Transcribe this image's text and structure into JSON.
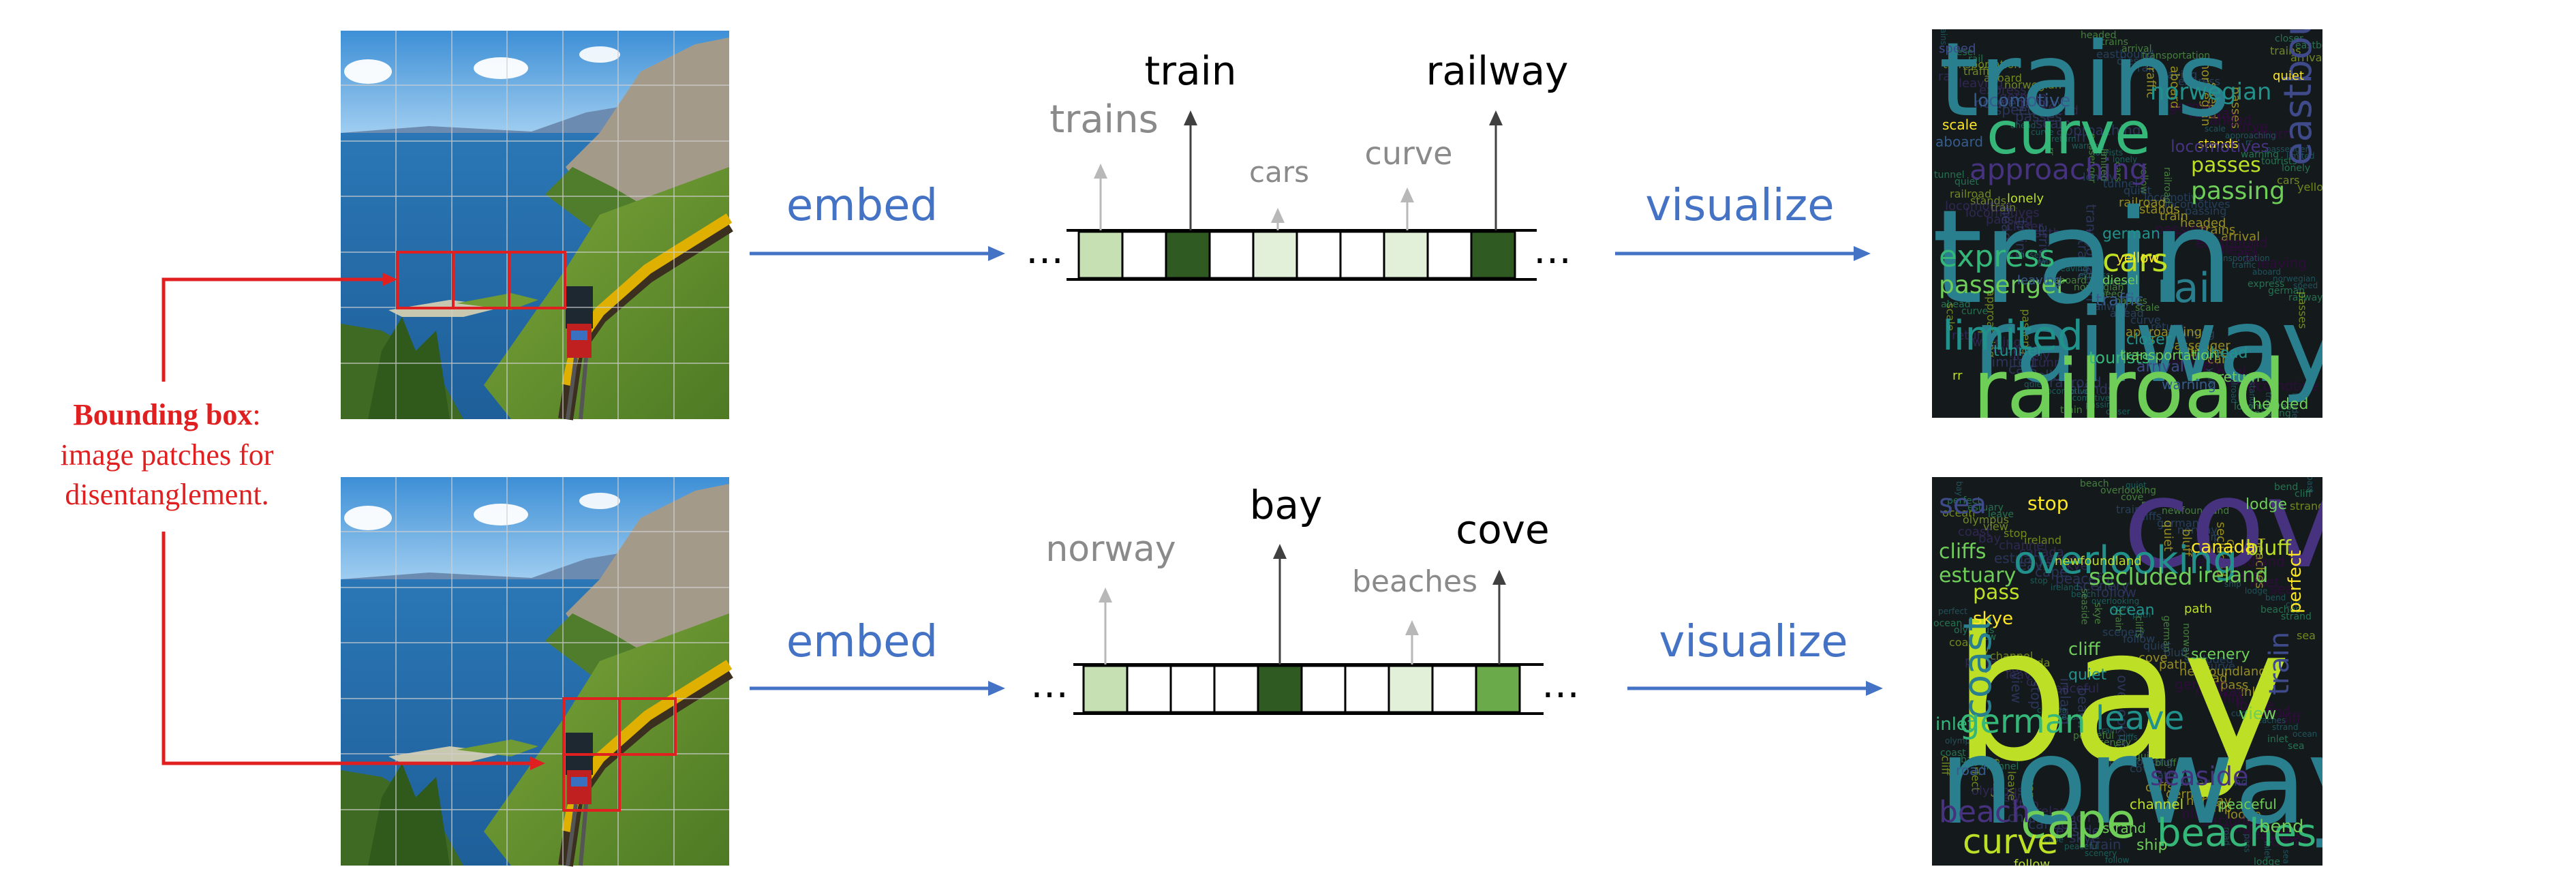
{
  "diagram": {
    "colors": {
      "arrow_blue": "#4472c4",
      "bbox_red": "#e02020",
      "cell_dark": "#2f5a22",
      "cell_medium": "#6aaa4a",
      "cell_light": "#c6e0b4",
      "cell_faint": "#e2efd9",
      "label_dark": "#000000",
      "label_grey": "#8a8a8a"
    },
    "annotation": {
      "title": "Bounding box",
      "suffix": ":",
      "line2": "image patches for",
      "line3": "disentanglement."
    },
    "ellipsis": "…",
    "rows": [
      {
        "embed_label": "embed",
        "visualize_label": "visualize",
        "cells": [
          "light",
          "none",
          "dark",
          "none",
          "faint",
          "none",
          "none",
          "faint",
          "none",
          "dark"
        ],
        "concepts": [
          {
            "word": "trains",
            "strength": "weak"
          },
          {
            "word": "train",
            "strength": "strong"
          },
          {
            "word": "cars",
            "strength": "weak"
          },
          {
            "word": "curve",
            "strength": "weak"
          },
          {
            "word": "railway",
            "strength": "strong"
          }
        ],
        "wordcloud": [
          "trains",
          "curve",
          "train",
          "railway",
          "railroad",
          "express",
          "cars",
          "rail",
          "passenger",
          "eastbound",
          "approaching",
          "passing",
          "passes",
          "locomotive",
          "norwegian",
          "tunnel",
          "traffic",
          "tourists",
          "arrival",
          "return",
          "headed",
          "ahead",
          "stands",
          "german",
          "yellow",
          "leaving",
          "limited",
          "diesel",
          "rr",
          "closer",
          "scale",
          "locomotives",
          "speed",
          "quiet",
          "aboard",
          "lonely",
          "transportation",
          "warning"
        ]
      },
      {
        "embed_label": "embed",
        "visualize_label": "visualize",
        "cells": [
          "light",
          "none",
          "none",
          "none",
          "dark",
          "none",
          "none",
          "faint",
          "none",
          "medium"
        ],
        "concepts": [
          {
            "word": "norway",
            "strength": "weak"
          },
          {
            "word": "bay",
            "strength": "strong"
          },
          {
            "word": "beaches",
            "strength": "weak"
          },
          {
            "word": "cove",
            "strength": "strong"
          }
        ],
        "wordcloud": [
          "cove",
          "bay",
          "norway",
          "cape",
          "beaches",
          "overlooking",
          "coast",
          "german",
          "leave",
          "curve",
          "beach",
          "sea",
          "cliffs",
          "estuary",
          "secluded",
          "ireland",
          "inlet",
          "train",
          "perfect",
          "bluff",
          "stop",
          "pass",
          "skye",
          "cliff",
          "quiet",
          "view",
          "road",
          "seaside",
          "bend",
          "follow",
          "olympus",
          "newfoundland",
          "canada",
          "lodge",
          "scenery",
          "ocean",
          "path",
          "channel",
          "ship",
          "peaceful",
          "strand"
        ]
      }
    ]
  }
}
